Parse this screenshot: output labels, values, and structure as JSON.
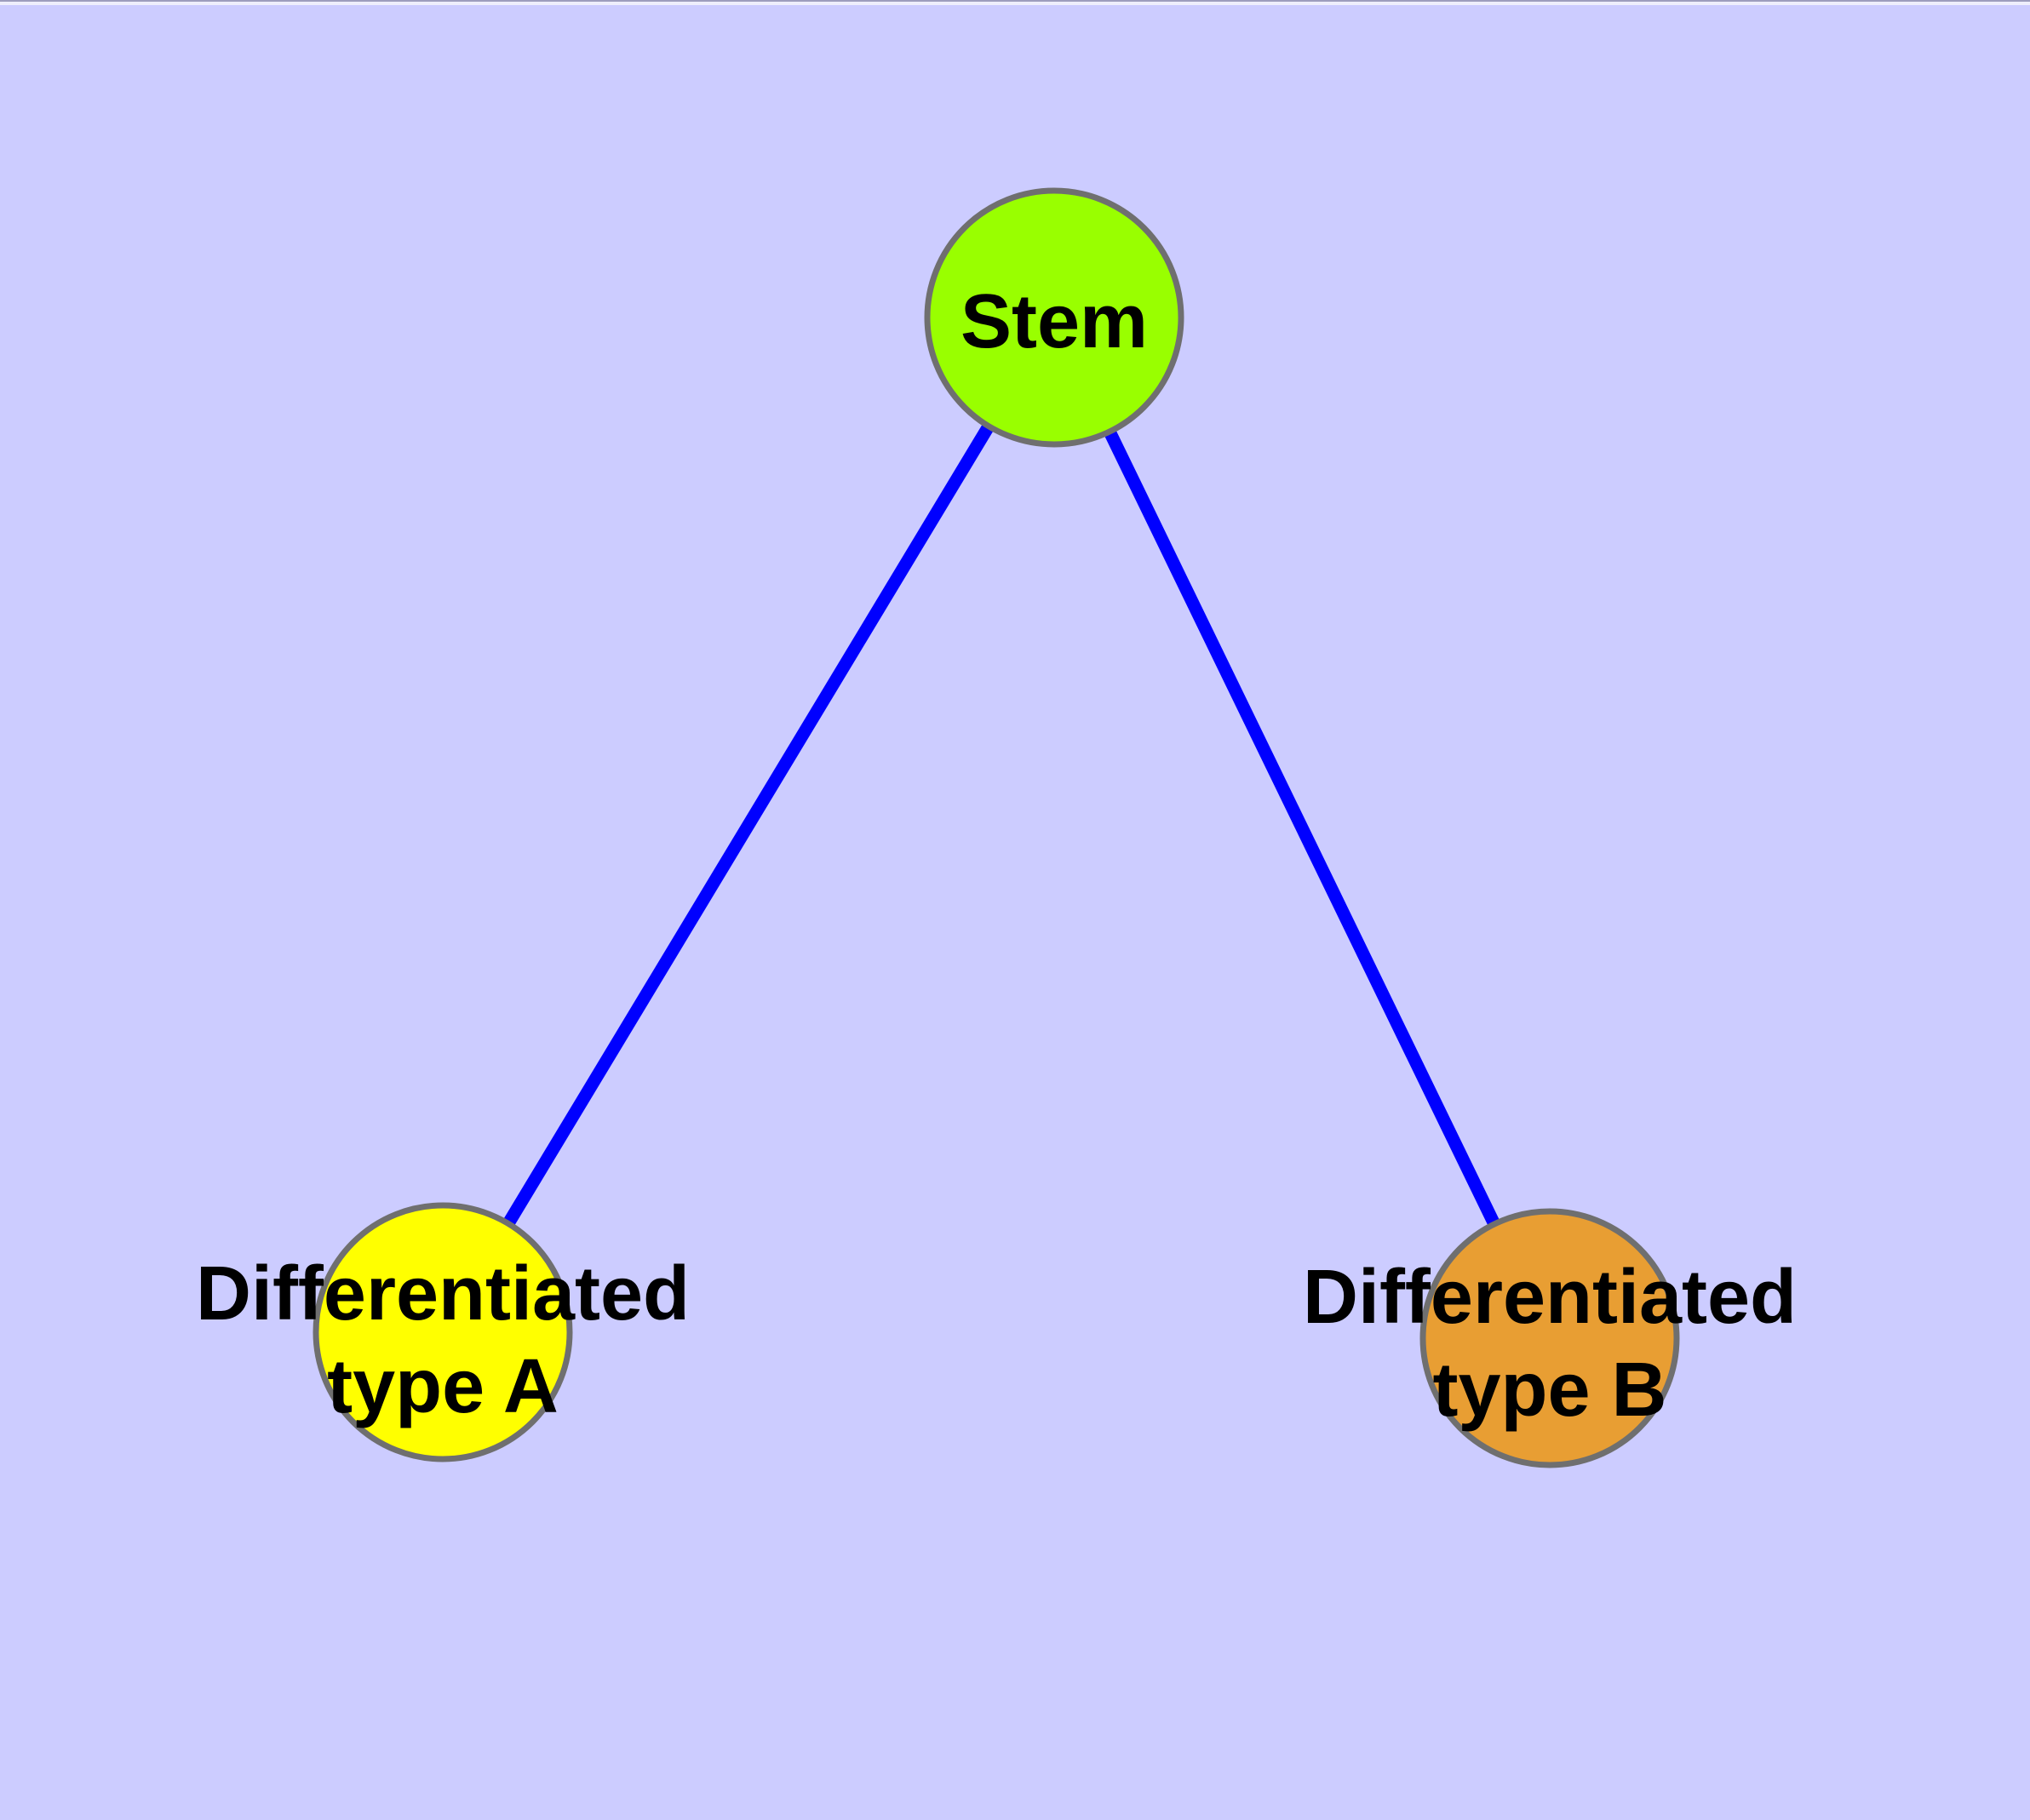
{
  "diagram": {
    "background_color": "#CCCCFF",
    "edge_color": "#0000FF",
    "node_border_color": "#6F6F6F",
    "nodes": {
      "stem": {
        "label": "Stem",
        "fill_color": "#99FF00"
      },
      "type_a": {
        "label_line1": "Differentiated",
        "label_line2": "type A",
        "fill_color": "#FFFF00"
      },
      "type_b": {
        "label_line1": "Differentiated",
        "label_line2": "type B",
        "fill_color": "#E89E33"
      }
    },
    "edges": [
      {
        "from": "Stem",
        "to": "Differentiated type A"
      },
      {
        "from": "Stem",
        "to": "Differentiated type B"
      }
    ]
  }
}
